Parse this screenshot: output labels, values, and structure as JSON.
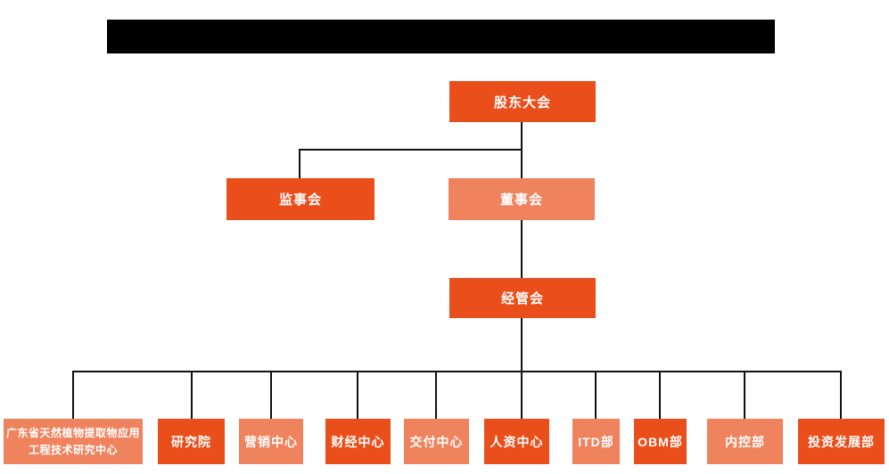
{
  "colors": {
    "primary": "#e94e1b",
    "secondary": "#ef835e",
    "line": "#111111",
    "text": "#ffffff",
    "redaction": "#000000",
    "background": "#ffffff"
  },
  "org": {
    "shareholders": {
      "label": "股东大会"
    },
    "supervisory": {
      "label": "监事会"
    },
    "board": {
      "label": "董事会"
    },
    "management": {
      "label": "经管会"
    },
    "departments": [
      {
        "label": "广东省天然植物提取物应用工程技术研究中心"
      },
      {
        "label": "研究院"
      },
      {
        "label": "营销中心"
      },
      {
        "label": "财经中心"
      },
      {
        "label": "交付中心"
      },
      {
        "label": "人资中心"
      },
      {
        "label": "ITD部"
      },
      {
        "label": "OBM部"
      },
      {
        "label": "内控部"
      },
      {
        "label": "投资发展部"
      }
    ]
  }
}
